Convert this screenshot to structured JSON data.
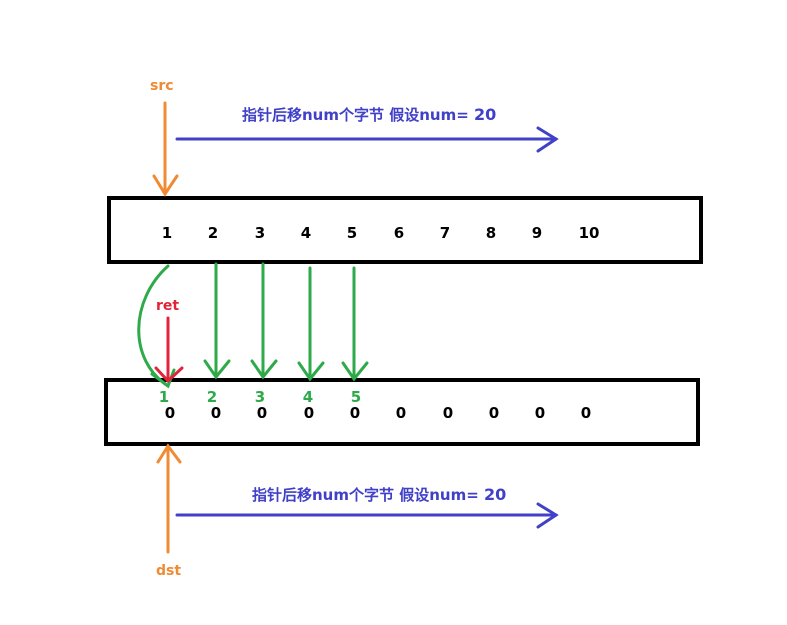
{
  "labels": {
    "src": "src",
    "dst": "dst",
    "ret": "ret"
  },
  "notes": {
    "top": {
      "text": "指针后移num个字节 假设num=",
      "value": "20"
    },
    "bottom": {
      "text": "指针后移num个字节 假设num=",
      "value": "20"
    }
  },
  "src_array": [
    "1",
    "2",
    "3",
    "4",
    "5",
    "6",
    "7",
    "8",
    "9",
    "10"
  ],
  "dst_array": [
    "0",
    "0",
    "0",
    "0",
    "0",
    "0",
    "0",
    "0",
    "0",
    "0"
  ],
  "dst_copied": [
    "1",
    "2",
    "3",
    "4",
    "5"
  ],
  "colors": {
    "pointer": "#f08a33",
    "ret": "#e0253b",
    "copy_arrow": "#2faa4a",
    "shift_arrow": "#4040c8",
    "copied_text": "#2faa4a"
  }
}
